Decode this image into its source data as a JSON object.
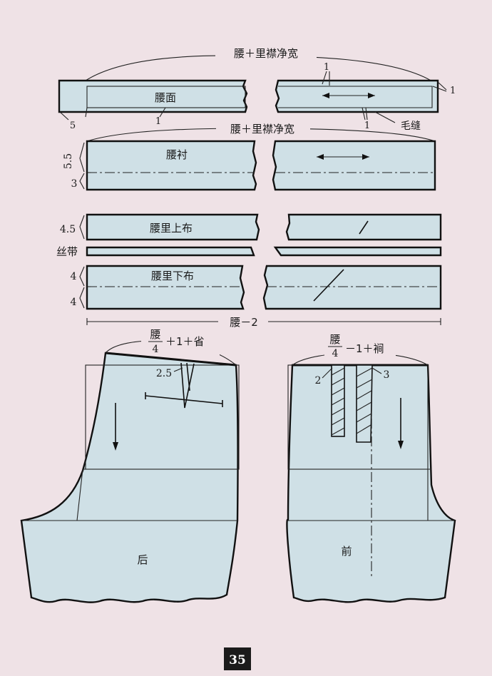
{
  "colors": {
    "paper": "#efe2e6",
    "fill": "#cfe0e6",
    "line": "#111111",
    "page_number_box": "#1b1b1b"
  },
  "waistband_top": {
    "span_label": "腰＋里襟净宽",
    "name": "腰面",
    "mark_1_top": "1",
    "mark_1_right": "1",
    "mark_1_bottom_left": "1",
    "mark_1_bottom_right": "1",
    "mark_5": "5",
    "raw_edge": "毛缝"
  },
  "waistband_interlining": {
    "span_label": "腰＋里襟净宽",
    "name": "腰衬",
    "measure_a": "5.5",
    "measure_b": "3"
  },
  "waistband_lining": {
    "upper_name": "腰里上布",
    "upper_measure": "4.5",
    "ribbon_name": "丝带",
    "lower_name": "腰里下布",
    "lower_measure_a": "4",
    "lower_measure_b": "4",
    "span_label": "腰－2"
  },
  "back_piece": {
    "formula_numerator": "腰",
    "formula_denominator": "4",
    "formula_suffix": "＋1＋省",
    "dart_measure": "2.5",
    "name": "后"
  },
  "front_piece": {
    "formula_numerator": "腰",
    "formula_denominator": "4",
    "formula_suffix": "－1＋裥",
    "pleat_a": "2",
    "pleat_b": "3",
    "name": "前"
  },
  "page_number": "35"
}
